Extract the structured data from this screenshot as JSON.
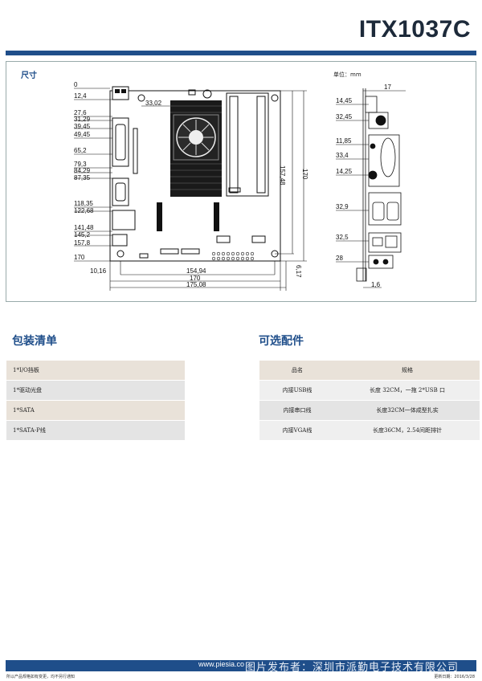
{
  "header": {
    "title": "ITX1037C"
  },
  "dimensions": {
    "label": "尺寸",
    "unit": "单位：mm",
    "left_marks": [
      "0",
      "12,4",
      "27,6",
      "31,29",
      "39,45",
      "49,45",
      "65,2",
      "79,3",
      "84,29",
      "87,35",
      "118,35",
      "122,68",
      "141,48",
      "145,2",
      "157,8",
      "170"
    ],
    "inner_mark": "33,02",
    "bottom_marks": [
      "10,16",
      "154,94",
      "170",
      "175,08"
    ],
    "right_marks": [
      "157,48",
      "170",
      "6,17"
    ],
    "side_left_marks": [
      "14,45",
      "32,45",
      "11,85",
      "33,4",
      "14,25",
      "32,9",
      "32,5",
      "28"
    ],
    "side_top_mark": "17",
    "side_bottom_mark": "1,6"
  },
  "packing": {
    "title": "包装清单",
    "items": [
      "1*I/O挡板",
      "1*驱动光盘",
      "1*SATA",
      "1*SATA-P线"
    ]
  },
  "options": {
    "title": "可选配件",
    "headers": [
      "品名",
      "规格"
    ],
    "rows": [
      [
        "内接USB线",
        "长度 32CM，一拖 2*USB 口"
      ],
      [
        "内接串口线",
        "长度32CM一体成型扎实"
      ],
      [
        "内接VGA线",
        "长度36CM，2.54间距排针"
      ]
    ]
  },
  "footer": {
    "watermark": "www.piesia.co",
    "watermark_cn": "图片发布者：深圳市派勤电子技术有限公司",
    "left": "所以产品规格如有变更，均不另行通知",
    "right": "更新日期：2016/3/28"
  }
}
